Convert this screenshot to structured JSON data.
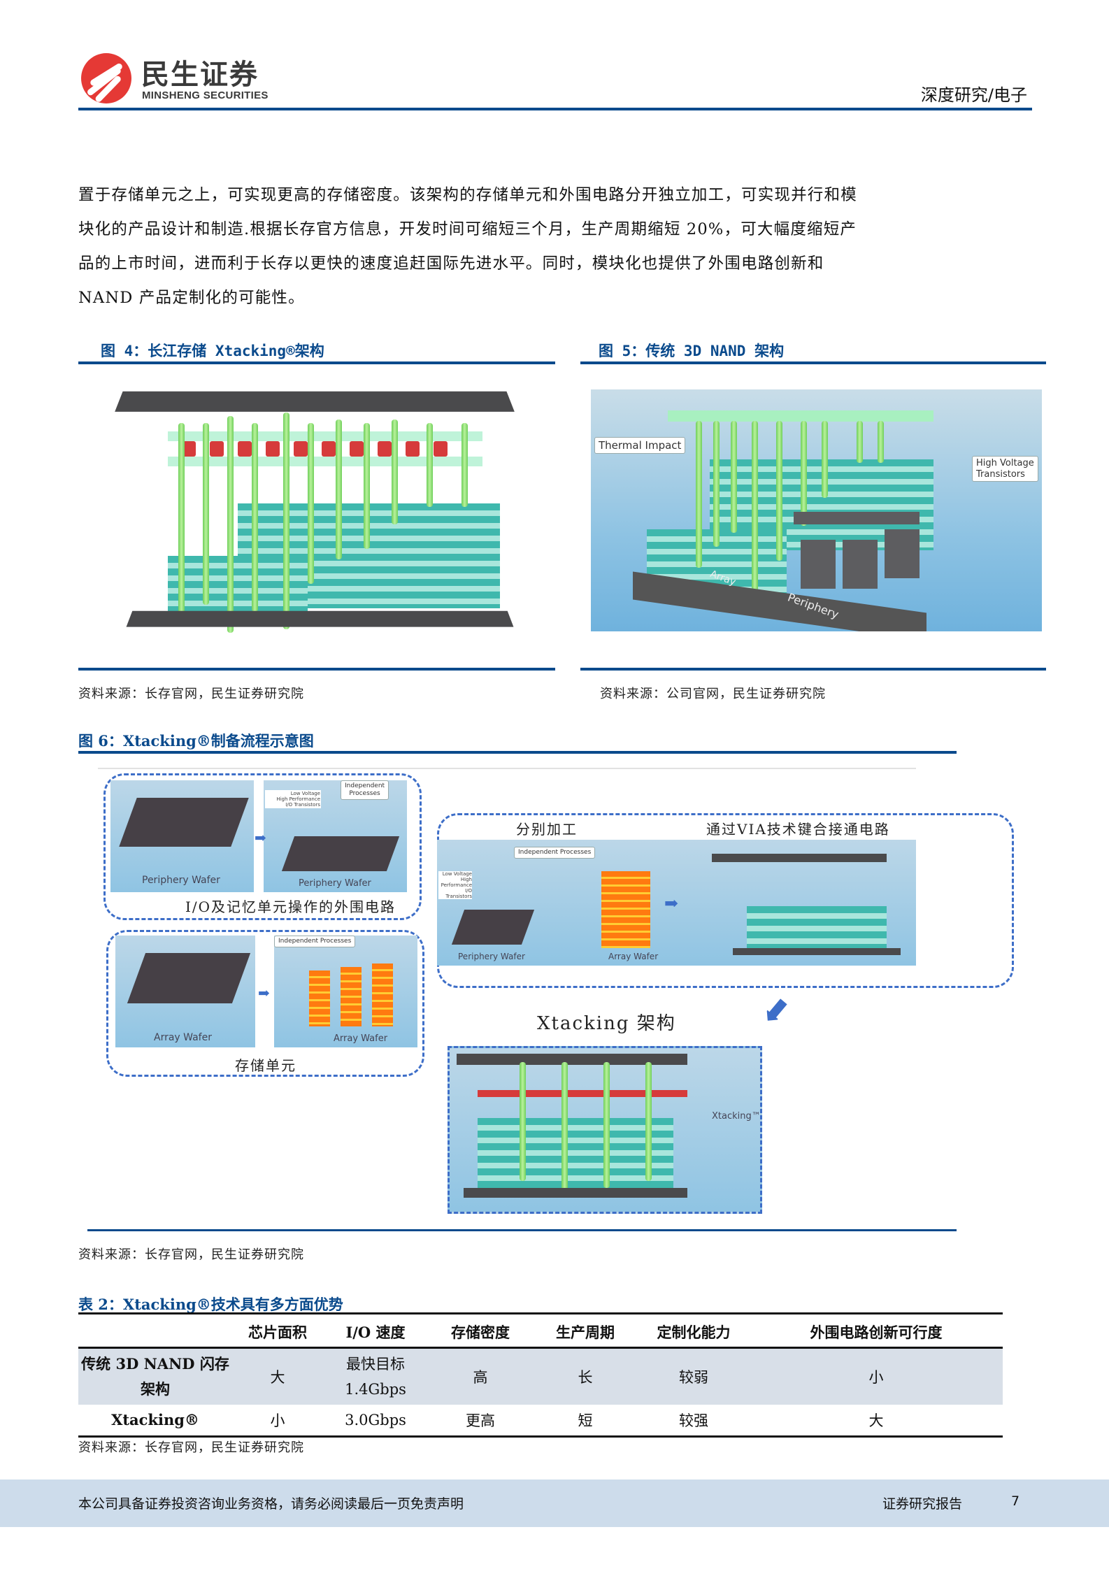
{
  "header": {
    "brand_cn": "民生证券",
    "brand_en": "MINSHENG SECURITIES",
    "section": "深度研究/电子"
  },
  "body": {
    "paragraph": "置于存储单元之上，可实现更高的存储密度。该架构的存储单元和外围电路分开独立加工，可实现并行和模块化的产品设计和制造.根据长存官方信息，开发时间可缩短三个月，生产周期缩短 20%，可大幅度缩短产品的上市时间，进而利于长存以更快的速度追赶国际先进水平。同时，模块化也提供了外围电路创新和 NAND 产品定制化的可能性。"
  },
  "figure4": {
    "title": "图 4：长江存储 Xtacking®架构",
    "source": "资料来源：长存官网，民生证券研究院"
  },
  "figure5": {
    "title": "图 5：传统 3D NAND 架构",
    "labels": {
      "thermal": "Thermal Impact",
      "hv_line1": "High Voltage",
      "hv_line2": "Transistors",
      "array": "Array",
      "periphery": "Periphery"
    },
    "source": "资料来源：公司官网，民生证券研究院"
  },
  "figure6": {
    "title": "图 6：Xtacking®制备流程示意图",
    "group_periphery": {
      "caption": "I/O及记忆单元操作的外围电路",
      "panel1_label": "Periphery Wafer",
      "panel2_label": "Periphery Wafer",
      "panel2_tag_line1": "Independent",
      "panel2_tag_line2": "Processes",
      "panel2_note_line1": "Low Voltage",
      "panel2_note_line2": "High Performance",
      "panel2_note_line3": "I/O Transistors"
    },
    "group_array": {
      "caption": "存储单元",
      "panel1_label": "Array Wafer",
      "panel2_label": "Array Wafer",
      "panel2_tag": "Independent Processes"
    },
    "group_process": {
      "left_heading": "分别加工",
      "right_heading": "通过VIA技术键合接通电路",
      "tag": "Independent Processes",
      "note_line1": "Low Voltage",
      "note_line2": "High Performance",
      "note_line3": "I/O Transistors",
      "periphery_label": "Periphery Wafer",
      "array_label": "Array Wafer"
    },
    "result": {
      "heading": "Xtacking 架构",
      "label": "Xtacking™"
    },
    "source": "资料来源：长存官网，民生证券研究院"
  },
  "table2": {
    "title": "表 2：Xtacking®技术具有多方面优势",
    "columns": [
      "",
      "芯片面积",
      "I/O 速度",
      "存储密度",
      "生产周期",
      "定制化能力",
      "外围电路创新可行度"
    ],
    "rows": [
      {
        "name_line1": "传统 3D NAND 闪存",
        "name_line2": "架构",
        "area": "大",
        "io_line1": "最快目标",
        "io_line2": "1.4Gbps",
        "density": "高",
        "cycle": "长",
        "custom": "较弱",
        "innovation": "小"
      },
      {
        "name": "Xtacking®",
        "area": "小",
        "io": "3.0Gbps",
        "density": "更高",
        "cycle": "短",
        "custom": "较强",
        "innovation": "大"
      }
    ],
    "source": "资料来源：长存官网，民生证券研究院"
  },
  "footer": {
    "disclaimer": "本公司具备证券投资咨询业务资格，请务必阅读最后一页免责声明",
    "report_type": "证券研究报告",
    "page_number": "7"
  },
  "colors": {
    "brand_blue": "#0a4a8c",
    "logo_red": "#e53935",
    "footer_bg": "#cddceb",
    "table_shade": "#d8dfe8",
    "dash_blue": "#3d6ec8"
  }
}
